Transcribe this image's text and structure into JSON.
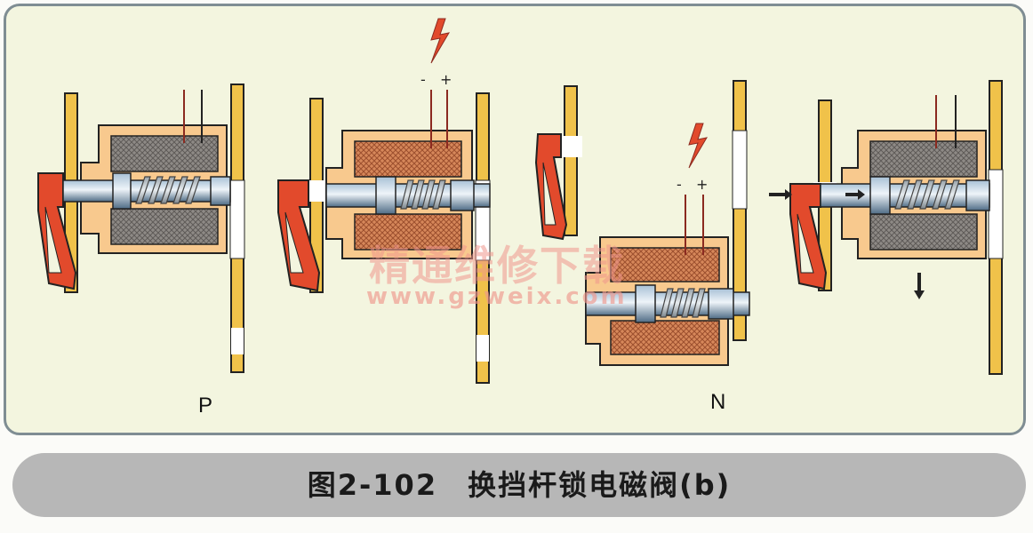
{
  "positions": {
    "p_label": "P",
    "n_label": "N"
  },
  "terminals": {
    "minus": "-",
    "plus": "+"
  },
  "watermark": {
    "text": "精通维修下载",
    "url": "www.gzweix.com"
  },
  "caption": {
    "text": "图2-102　换挡杆锁电磁阀(b)"
  },
  "colors": {
    "panel_bg": "#f3f5df",
    "housing": "#f8c98e",
    "inactive_coil": "#8e8a86",
    "energized_coil": "#d6875a",
    "lever": "#e24a2c",
    "gate": "#f0c24a",
    "caption_bar": "#b7b7b7"
  }
}
